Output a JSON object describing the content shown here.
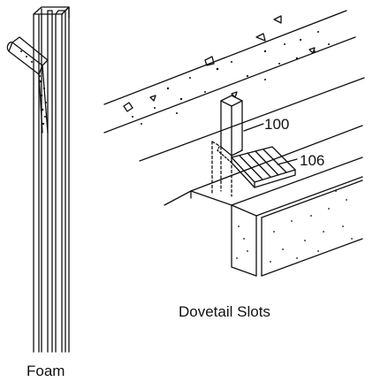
{
  "labels": {
    "part_100": "100",
    "part_106": "106",
    "dovetail_caption": "Dovetail Slots",
    "foam_caption": "Foam"
  },
  "colors": {
    "ink": "#111111",
    "paper": "#ffffff"
  }
}
